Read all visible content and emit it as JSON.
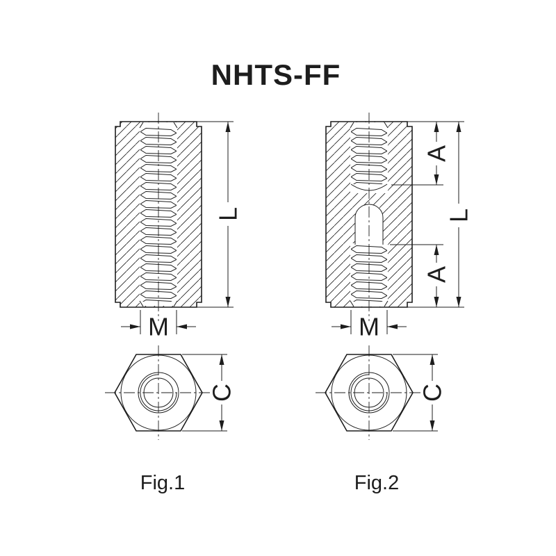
{
  "title": "NHTS-FF",
  "colors": {
    "ink": "#1d1d1d",
    "background": "#ffffff"
  },
  "figure1": {
    "caption": "Fig.1",
    "dimensions": {
      "length": "L",
      "thread": "M",
      "across_flats": "C"
    }
  },
  "figure2": {
    "caption": "Fig.2",
    "dimensions": {
      "thread_depth_top": "A",
      "thread_depth_bottom": "A",
      "length": "L",
      "thread": "M",
      "across_flats": "C"
    }
  }
}
